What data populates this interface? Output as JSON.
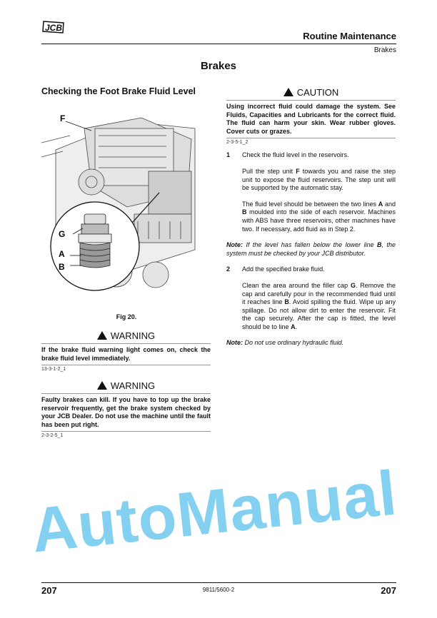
{
  "header": {
    "logo": "JCB",
    "section": "Routine Maintenance",
    "subsection": "Brakes"
  },
  "page_title": "Brakes",
  "left": {
    "heading": "Checking the Foot Brake Fluid Level",
    "figure": {
      "labels": {
        "f": "F",
        "g": "G",
        "a": "A",
        "b": "B"
      },
      "caption": "Fig 20."
    },
    "warning1": {
      "title": "WARNING",
      "text": "If the brake fluid warning light comes on, check the brake fluid level immediately.",
      "code": "13-3-1-2_1"
    },
    "warning2": {
      "title": "WARNING",
      "text": "Faulty brakes can kill. If you have to top up the brake reservoir frequently, get the brake system checked by your JCB Dealer. Do not use the machine until the fault has been put right.",
      "code": "2-3-2-5_1"
    }
  },
  "right": {
    "caution": {
      "title": "CAUTION",
      "text": "Using incorrect fluid could damage the system. See Fluids, Capacities and Lubricants for the correct fluid. The fluid can harm your skin. Wear rubber gloves. Cover cuts or grazes.",
      "code": "2-3-5-1_2"
    },
    "step1": {
      "num": "1",
      "title": "Check the fluid level in the reservoirs.",
      "p1": [
        "Pull the step unit ",
        "F",
        " towards you and raise the step unit to expose the fluid reservoirs. The step unit will be supported by the automatic stay."
      ],
      "p2": [
        "The fluid level should be between the two lines ",
        "A",
        " and ",
        "B",
        " moulded into the side of each reservoir. Machines with ABS have three reservoirs, other machines have two. If necessary, add fluid as in Step 2."
      ]
    },
    "note1": {
      "label": "Note:",
      "text": [
        "If the level has fallen below the lower line ",
        "B",
        ", the system must be checked by your JCB distributor."
      ]
    },
    "step2": {
      "num": "2",
      "title": "Add the specified brake fluid.",
      "p1": [
        "Clean the area around the filler cap ",
        "G",
        ". Remove the cap and carefully pour in the recommended fluid until it reaches line ",
        "B",
        ". Avoid spilling the fluid. Wipe up any spillage. Do not allow dirt to enter the reservoir. Fit the cap securely. After the cap is fitted, the level should be to line ",
        "A",
        "."
      ]
    },
    "note2": {
      "label": "Note:",
      "text": "Do not use ordinary hydraulic fluid."
    }
  },
  "footer": {
    "page_left": "207",
    "doc_number": "9811/5600-2",
    "page_right": "207"
  },
  "watermark": "AutoManual"
}
